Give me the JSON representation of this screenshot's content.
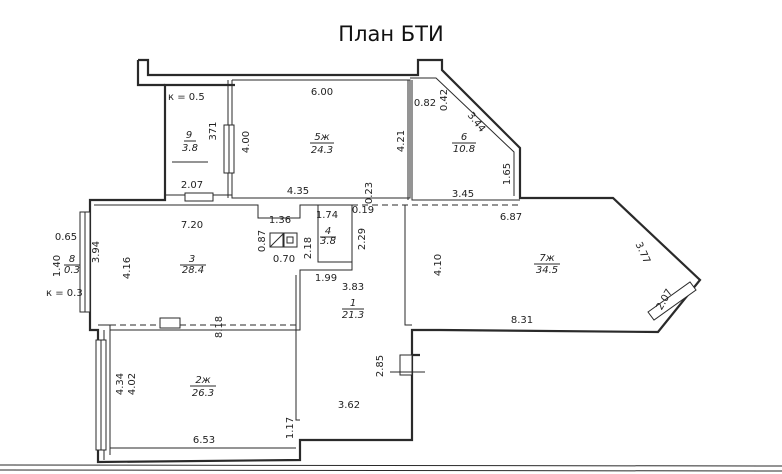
{
  "title": "План БТИ",
  "rooms": [
    {
      "num": "9",
      "area": "3.8"
    },
    {
      "num": "5ж",
      "area": "24.3"
    },
    {
      "num": "6",
      "area": "10.8"
    },
    {
      "num": "3",
      "area": "28.4"
    },
    {
      "num": "4",
      "area": "3.8"
    },
    {
      "num": "1",
      "area": "21.3"
    },
    {
      "num": "7ж",
      "area": "34.5"
    },
    {
      "num": "8",
      "area": "0.3"
    },
    {
      "num": "2ж",
      "area": "26.3"
    }
  ],
  "notes": {
    "k_top": "к = 0.5",
    "k_left": "к = 0.3"
  },
  "dims": {
    "d371": "371",
    "d400": "4.00",
    "d600": "6.00",
    "d421": "4.21",
    "d082": "0.82",
    "d042": "0.42",
    "d344": "3.44",
    "d165": "1.65",
    "d345": "3.45",
    "d207a": "2.07",
    "d435": "4.35",
    "d023": "0.23",
    "d019": "0.19",
    "d174": "1.74",
    "d136": "1.36",
    "d720": "7.20",
    "d087": "0.87",
    "d070": "0.70",
    "d218": "2.18",
    "d229": "2.29",
    "d199": "1.99",
    "d383": "3.83",
    "d687": "6.87",
    "d377": "3.77",
    "d410": "4.10",
    "d207b": "2.07",
    "d831": "8.31",
    "d065": "0.65",
    "d394": "3.94",
    "d140": "1.40",
    "d416": "4.16",
    "d818": "8.18",
    "d434": "4.34",
    "d402": "4.02",
    "d285": "2.85",
    "d362": "3.62",
    "d117": "1.17",
    "d653": "6.53"
  }
}
